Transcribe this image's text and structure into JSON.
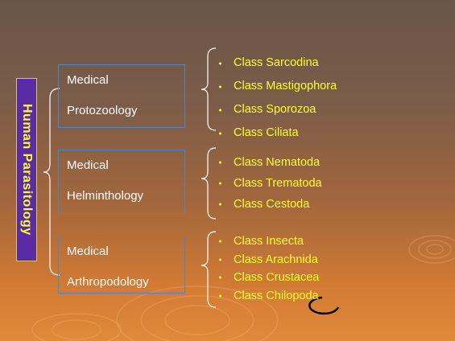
{
  "root": {
    "label": "Human Parasitology"
  },
  "branches": [
    {
      "line1": "Medical",
      "line2": "Protozoology",
      "classes": [
        "Class Sarcodina",
        "Class Mastigophora",
        "Class Sporozoa",
        "Class Ciliata"
      ]
    },
    {
      "line1": "Medical",
      "line2": "Helminthology",
      "classes": [
        "Class Nematoda",
        "Class Trematoda",
        "Class Cestoda"
      ]
    },
    {
      "line1": "Medical",
      "line2": "Arthropodology",
      "classes": [
        "Class Insecta",
        "Class Arachnida",
        "Class Crustacea",
        "Class Chilopoda"
      ]
    }
  ],
  "colors": {
    "title_bg": "#5b2ba6",
    "title_text": "#ffff33",
    "class_text": "#ffff33",
    "box_border": "#4a86c8",
    "brace": "#ffffff"
  }
}
